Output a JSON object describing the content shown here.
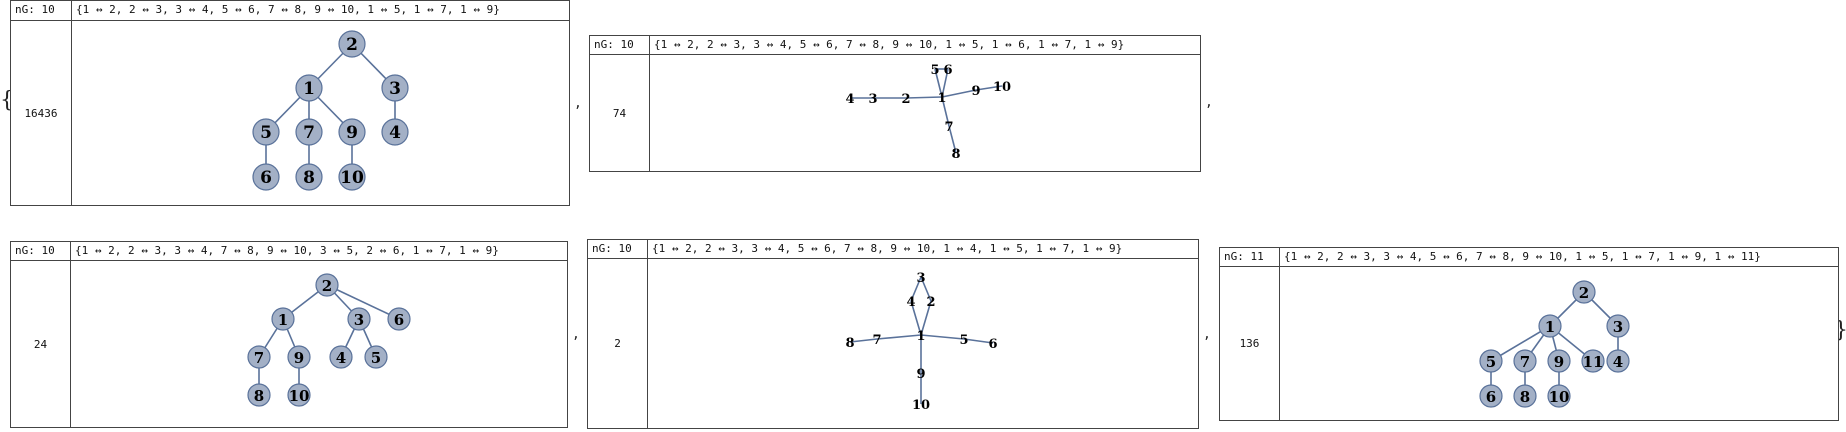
{
  "brace_open": "{",
  "brace_close": "}",
  "separator": ",",
  "node_fill": "#a3b0c6",
  "edge_color": "#5a729a",
  "panels": [
    {
      "ng_label": "nG: 10",
      "edges_text": "{1 ↔ 2, 2 ↔ 3, 3 ↔ 4, 5 ↔ 6, 7 ↔ 8, 9 ↔ 10, 1 ↔ 5, 1 ↔ 7, 1 ↔ 9}",
      "count": "16436",
      "style": "tree",
      "nodes": [
        "1",
        "2",
        "3",
        "4",
        "5",
        "6",
        "7",
        "8",
        "9",
        "10"
      ],
      "edges": [
        [
          "1",
          "2"
        ],
        [
          "2",
          "3"
        ],
        [
          "3",
          "4"
        ],
        [
          "5",
          "6"
        ],
        [
          "7",
          "8"
        ],
        [
          "9",
          "10"
        ],
        [
          "1",
          "5"
        ],
        [
          "1",
          "7"
        ],
        [
          "1",
          "9"
        ]
      ]
    },
    {
      "ng_label": "nG: 10",
      "edges_text": "{1 ↔ 2, 2 ↔ 3, 3 ↔ 4, 5 ↔ 6, 7 ↔ 8, 9 ↔ 10, 1 ↔ 5, 1 ↔ 6, 1 ↔ 7, 1 ↔ 9}",
      "count": "74",
      "style": "spring",
      "nodes": [
        "1",
        "2",
        "3",
        "4",
        "5",
        "6",
        "7",
        "8",
        "9",
        "10"
      ],
      "edges": [
        [
          "1",
          "2"
        ],
        [
          "2",
          "3"
        ],
        [
          "3",
          "4"
        ],
        [
          "5",
          "6"
        ],
        [
          "7",
          "8"
        ],
        [
          "9",
          "10"
        ],
        [
          "1",
          "5"
        ],
        [
          "1",
          "6"
        ],
        [
          "1",
          "7"
        ],
        [
          "1",
          "9"
        ]
      ]
    },
    {
      "ng_label": "nG: 10",
      "edges_text": "{1 ↔ 2, 2 ↔ 3, 3 ↔ 4, 7 ↔ 8, 9 ↔ 10, 3 ↔ 5, 2 ↔ 6, 1 ↔ 7, 1 ↔ 9}",
      "count": "24",
      "style": "tree",
      "nodes": [
        "1",
        "2",
        "3",
        "4",
        "5",
        "6",
        "7",
        "8",
        "9",
        "10"
      ],
      "edges": [
        [
          "1",
          "2"
        ],
        [
          "2",
          "3"
        ],
        [
          "3",
          "4"
        ],
        [
          "7",
          "8"
        ],
        [
          "9",
          "10"
        ],
        [
          "3",
          "5"
        ],
        [
          "2",
          "6"
        ],
        [
          "1",
          "7"
        ],
        [
          "1",
          "9"
        ]
      ]
    },
    {
      "ng_label": "nG: 10",
      "edges_text": "{1 ↔ 2, 2 ↔ 3, 3 ↔ 4, 5 ↔ 6, 7 ↔ 8, 9 ↔ 10, 1 ↔ 4, 1 ↔ 5, 1 ↔ 7, 1 ↔ 9}",
      "count": "2",
      "style": "spring",
      "nodes": [
        "1",
        "2",
        "3",
        "4",
        "5",
        "6",
        "7",
        "8",
        "9",
        "10"
      ],
      "edges": [
        [
          "1",
          "2"
        ],
        [
          "2",
          "3"
        ],
        [
          "3",
          "4"
        ],
        [
          "5",
          "6"
        ],
        [
          "7",
          "8"
        ],
        [
          "9",
          "10"
        ],
        [
          "1",
          "4"
        ],
        [
          "1",
          "5"
        ],
        [
          "1",
          "7"
        ],
        [
          "1",
          "9"
        ]
      ]
    },
    {
      "ng_label": "nG: 11",
      "edges_text": "{1 ↔ 2, 2 ↔ 3, 3 ↔ 4, 5 ↔ 6, 7 ↔ 8, 9 ↔ 10, 1 ↔ 5, 1 ↔ 7, 1 ↔ 9, 1 ↔ 11}",
      "count": "136",
      "style": "tree",
      "nodes": [
        "1",
        "2",
        "3",
        "4",
        "5",
        "6",
        "7",
        "8",
        "9",
        "10",
        "11"
      ],
      "edges": [
        [
          "1",
          "2"
        ],
        [
          "2",
          "3"
        ],
        [
          "3",
          "4"
        ],
        [
          "5",
          "6"
        ],
        [
          "7",
          "8"
        ],
        [
          "9",
          "10"
        ],
        [
          "1",
          "5"
        ],
        [
          "1",
          "7"
        ],
        [
          "1",
          "9"
        ],
        [
          "1",
          "11"
        ]
      ]
    }
  ]
}
